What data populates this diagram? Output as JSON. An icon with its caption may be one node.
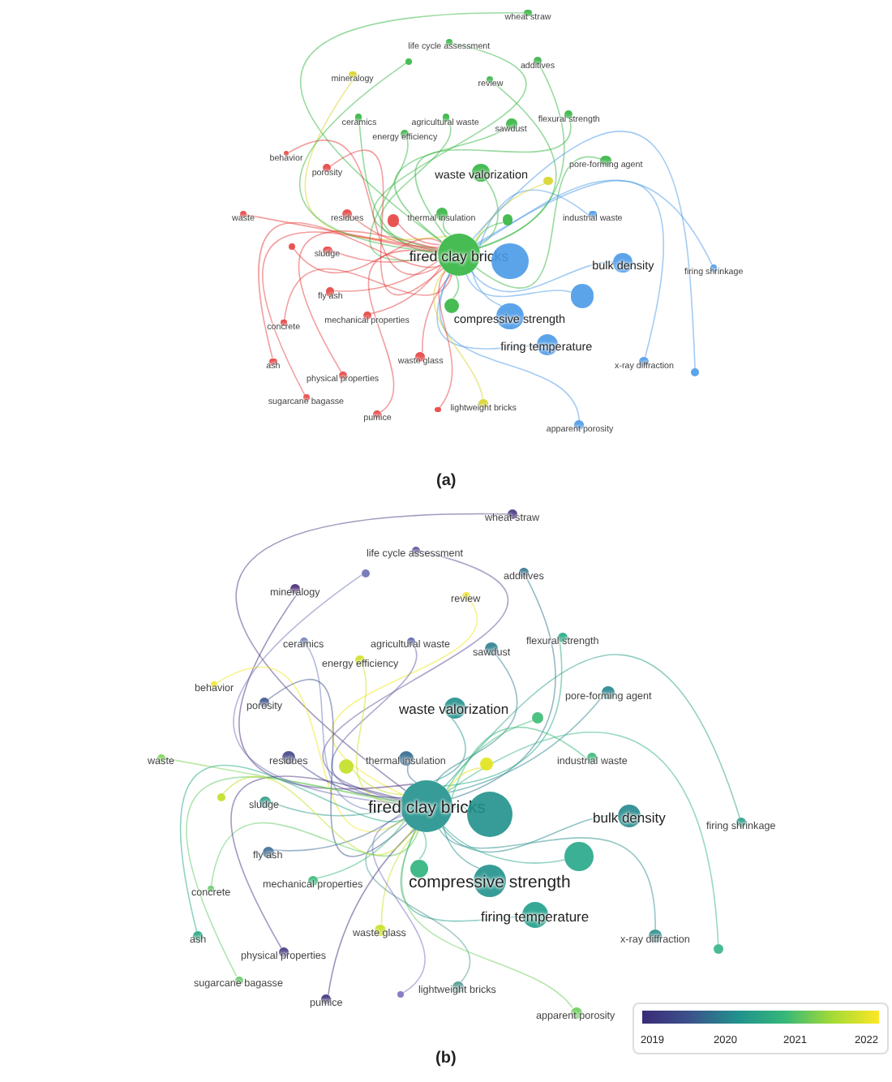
{
  "diagram": {
    "nodes": [
      {
        "text": [
          "wheat straw"
        ]
      },
      {
        "text": [
          "life cycle assessment"
        ]
      },
      {
        "text": [
          "additives"
        ]
      },
      {
        "text": [
          "review"
        ]
      },
      {
        "text": [
          "mineralogy"
        ]
      },
      {
        "text": [
          "agricultural waste"
        ]
      },
      {
        "text": [
          "sawdust"
        ]
      },
      {
        "text": [
          "flexural strength"
        ]
      },
      {
        "text": [
          "ceramics"
        ]
      },
      {
        "text": [
          "energy efficiency"
        ]
      },
      {
        "text": [
          "behavior"
        ]
      },
      {
        "text": [
          "pore-forming agent"
        ]
      },
      {
        "text": [
          "porosity"
        ]
      },
      {
        "text": [
          "waste valorization"
        ]
      },
      {
        "text": [
          "waste"
        ]
      },
      {
        "text": [
          "residues"
        ]
      },
      {
        "text": [
          "thermal insulation"
        ]
      },
      {
        "text": [
          "industrial waste"
        ]
      },
      {
        "text": [
          "sludge"
        ]
      },
      {
        "text": [
          "fired clay bricks"
        ]
      },
      {
        "text": [
          "bulk density"
        ]
      },
      {
        "text": [
          "firing shrinkage"
        ]
      },
      {
        "text": [
          "fly ash"
        ]
      },
      {
        "text": [
          "concrete"
        ]
      },
      {
        "text": [
          "compressive strength"
        ]
      },
      {
        "text": [
          "mechanical properties"
        ]
      },
      {
        "text": [
          "firing temperature"
        ]
      },
      {
        "text": [
          "x-ray diffraction"
        ]
      },
      {
        "text": [
          "ash"
        ]
      },
      {
        "text": [
          "waste glass"
        ]
      },
      {
        "text": [
          "physical properties"
        ]
      },
      {
        "text": [
          "lightweight bricks"
        ]
      },
      {
        "text": [
          "sugarcane bagasse"
        ]
      },
      {
        "text": [
          "pumice"
        ]
      },
      {
        "text": [
          "apparent porosity"
        ]
      },
      {
        "text": [],
        "shape": "circle"
      },
      {
        "text": [],
        "shape": "circle"
      },
      {
        "text": [],
        "shape": "circle"
      },
      {
        "text": [],
        "shape": "circle"
      },
      {
        "text": [],
        "shape": "circle"
      },
      {
        "text": [],
        "shape": "circle"
      },
      {
        "text": [],
        "shape": "circle"
      },
      {
        "text": [],
        "shape": "circle"
      },
      {
        "text": [],
        "shape": "circle"
      },
      {
        "text": [],
        "shape": "circle"
      },
      {
        "text": [
          "wheat straw"
        ]
      },
      {
        "text": [
          "life cycle assessment"
        ]
      },
      {
        "text": [
          "additives"
        ]
      },
      {
        "text": [
          "review"
        ]
      },
      {
        "text": [
          "mineralogy"
        ]
      },
      {
        "text": [
          "agricultural waste"
        ]
      },
      {
        "text": [
          "sawdust"
        ]
      },
      {
        "text": [
          "flexural strength"
        ]
      },
      {
        "text": [
          "ceramics"
        ]
      },
      {
        "text": [
          "energy efficiency"
        ]
      },
      {
        "text": [
          "behavior"
        ]
      },
      {
        "text": [
          "pore-forming agent"
        ]
      },
      {
        "text": [
          "porosity"
        ]
      },
      {
        "text": [
          "waste valorization"
        ]
      },
      {
        "text": [
          "waste"
        ]
      },
      {
        "text": [
          "residues"
        ]
      },
      {
        "text": [
          "thermal insulation"
        ]
      },
      {
        "text": [
          "industrial waste"
        ]
      },
      {
        "text": [
          "sludge"
        ]
      },
      {
        "text": [
          "fired clay bricks"
        ]
      },
      {
        "text": [
          "bulk density"
        ]
      },
      {
        "text": [
          "firing shrinkage"
        ]
      },
      {
        "text": [
          "fly ash"
        ]
      },
      {
        "text": [
          "concrete"
        ]
      },
      {
        "text": [
          "compressive strength"
        ]
      },
      {
        "text": [
          "mechanical properties"
        ]
      },
      {
        "text": [
          "firing temperature"
        ]
      },
      {
        "text": [
          "x-ray diffraction"
        ]
      },
      {
        "text": [
          "ash"
        ]
      },
      {
        "text": [
          "waste glass"
        ]
      },
      {
        "text": [
          "physical properties"
        ]
      },
      {
        "text": [
          "lightweight bricks"
        ]
      },
      {
        "text": [
          "sugarcane bagasse"
        ]
      },
      {
        "text": [
          "pumice"
        ]
      },
      {
        "text": [
          "apparent porosity"
        ]
      },
      {
        "text": [],
        "shape": "circle"
      },
      {
        "text": [],
        "shape": "circle"
      },
      {
        "text": [],
        "shape": "circle"
      },
      {
        "text": [],
        "shape": "circle"
      },
      {
        "text": [],
        "shape": "circle"
      },
      {
        "text": [],
        "shape": "circle"
      },
      {
        "text": [],
        "shape": "circle"
      },
      {
        "text": [],
        "shape": "circle"
      },
      {
        "text": [],
        "shape": "circle"
      },
      {
        "text": [],
        "shape": "circle"
      }
    ],
    "edges": [
      {
        "from": 0,
        "to": 19,
        "arrow": "none",
        "color": "#33b540"
      },
      {
        "from": 1,
        "to": 19,
        "arrow": "none",
        "color": "#33b540"
      },
      {
        "from": 2,
        "to": 19,
        "arrow": "none",
        "color": "#33b540"
      },
      {
        "from": 3,
        "to": 19,
        "arrow": "none",
        "color": "#33b540"
      },
      {
        "from": 4,
        "to": 19,
        "arrow": "none",
        "color": "#d8d42a"
      },
      {
        "from": 5,
        "to": 19,
        "arrow": "none",
        "color": "#33b540"
      },
      {
        "from": 6,
        "to": 19,
        "arrow": "none",
        "color": "#33b540"
      },
      {
        "from": 7,
        "to": 19,
        "arrow": "none",
        "color": "#33b540"
      },
      {
        "from": 8,
        "to": 19,
        "arrow": "none",
        "color": "#33b540"
      },
      {
        "from": 9,
        "to": 19,
        "arrow": "none",
        "color": "#33b540"
      },
      {
        "from": 10,
        "to": 19,
        "arrow": "none",
        "color": "#e5413f"
      },
      {
        "from": 11,
        "to": 19,
        "arrow": "none",
        "color": "#33b540"
      },
      {
        "from": 12,
        "to": 19,
        "arrow": "none",
        "color": "#e5413f"
      },
      {
        "from": 13,
        "to": 19,
        "arrow": "none",
        "color": "#33b540"
      },
      {
        "from": 14,
        "to": 19,
        "arrow": "none",
        "color": "#e5413f"
      },
      {
        "from": 15,
        "to": 19,
        "arrow": "none",
        "color": "#e5413f"
      },
      {
        "from": 16,
        "to": 19,
        "arrow": "none",
        "color": "#33b540"
      },
      {
        "from": 17,
        "to": 19,
        "arrow": "none",
        "color": "#4a9ae8"
      },
      {
        "from": 18,
        "to": 19,
        "arrow": "none",
        "color": "#e5413f"
      },
      {
        "from": 20,
        "to": 19,
        "arrow": "none",
        "color": "#4a9ae8"
      },
      {
        "from": 21,
        "to": 19,
        "arrow": "none",
        "color": "#4a9ae8"
      },
      {
        "from": 22,
        "to": 19,
        "arrow": "none",
        "color": "#e5413f"
      },
      {
        "from": 23,
        "to": 19,
        "arrow": "none",
        "color": "#e5413f"
      },
      {
        "from": 24,
        "to": 19,
        "arrow": "none",
        "color": "#4a9ae8"
      },
      {
        "from": 25,
        "to": 19,
        "arrow": "none",
        "color": "#e5413f"
      },
      {
        "from": 26,
        "to": 19,
        "arrow": "none",
        "color": "#4a9ae8"
      },
      {
        "from": 27,
        "to": 19,
        "arrow": "none",
        "color": "#4a9ae8"
      },
      {
        "from": 28,
        "to": 19,
        "arrow": "none",
        "color": "#e5413f"
      },
      {
        "from": 29,
        "to": 19,
        "arrow": "none",
        "color": "#e5413f"
      },
      {
        "from": 30,
        "to": 19,
        "arrow": "none",
        "color": "#e5413f"
      },
      {
        "from": 31,
        "to": 19,
        "arrow": "none",
        "color": "#d8d42a"
      },
      {
        "from": 32,
        "to": 19,
        "arrow": "none",
        "color": "#e5413f"
      },
      {
        "from": 33,
        "to": 19,
        "arrow": "none",
        "color": "#e5413f"
      },
      {
        "from": 34,
        "to": 19,
        "arrow": "none",
        "color": "#4a9ae8"
      },
      {
        "from": 35,
        "to": 19,
        "arrow": "none",
        "color": "#4a9ae8"
      },
      {
        "from": 36,
        "to": 19,
        "arrow": "none",
        "color": "#4a9ae8"
      },
      {
        "from": 37,
        "to": 19,
        "arrow": "none",
        "color": "#33b540"
      },
      {
        "from": 38,
        "to": 19,
        "arrow": "none",
        "color": "#e5413f"
      },
      {
        "from": 39,
        "to": 19,
        "arrow": "none",
        "color": "#33b540"
      },
      {
        "from": 40,
        "to": 19,
        "arrow": "none",
        "color": "#d8d42a"
      },
      {
        "from": 41,
        "to": 19,
        "arrow": "none",
        "color": "#33b540"
      },
      {
        "from": 42,
        "to": 19,
        "arrow": "none",
        "color": "#e5413f"
      },
      {
        "from": 43,
        "to": 19,
        "arrow": "none",
        "color": "#4a9ae8"
      },
      {
        "from": 44,
        "to": 19,
        "arrow": "none",
        "color": "#e5413f"
      },
      {
        "from": 45,
        "to": 64,
        "arrow": "none",
        "color": "#46337e"
      },
      {
        "from": 46,
        "to": 64,
        "arrow": "none",
        "color": "#5b4f9a"
      },
      {
        "from": 47,
        "to": 64,
        "arrow": "none",
        "color": "#2c728e"
      },
      {
        "from": 48,
        "to": 64,
        "arrow": "none",
        "color": "#f2e51d"
      },
      {
        "from": 49,
        "to": 64,
        "arrow": "none",
        "color": "#482878"
      },
      {
        "from": 50,
        "to": 64,
        "arrow": "none",
        "color": "#5b5ea8"
      },
      {
        "from": 51,
        "to": 64,
        "arrow": "none",
        "color": "#2c7f8e"
      },
      {
        "from": 52,
        "to": 64,
        "arrow": "none",
        "color": "#22a884"
      },
      {
        "from": 53,
        "to": 64,
        "arrow": "none",
        "color": "#6b7ab8"
      },
      {
        "from": 54,
        "to": 64,
        "arrow": "none",
        "color": "#d0e11c"
      },
      {
        "from": 55,
        "to": 64,
        "arrow": "none",
        "color": "#f2e51d"
      },
      {
        "from": 56,
        "to": 64,
        "arrow": "none",
        "color": "#25858e"
      },
      {
        "from": 57,
        "to": 64,
        "arrow": "none",
        "color": "#3b528b"
      },
      {
        "from": 58,
        "to": 64,
        "arrow": "none",
        "color": "#21908d"
      },
      {
        "from": 59,
        "to": 64,
        "arrow": "none",
        "color": "#7ad151"
      },
      {
        "from": 60,
        "to": 64,
        "arrow": "none",
        "color": "#414487"
      },
      {
        "from": 61,
        "to": 64,
        "arrow": "none",
        "color": "#31688e"
      },
      {
        "from": 62,
        "to": 64,
        "arrow": "none",
        "color": "#35b779"
      },
      {
        "from": 63,
        "to": 64,
        "arrow": "none",
        "color": "#2a9a85"
      },
      {
        "from": 65,
        "to": 64,
        "arrow": "none",
        "color": "#23898e"
      },
      {
        "from": 66,
        "to": 64,
        "arrow": "none",
        "color": "#2a9d8a"
      },
      {
        "from": 67,
        "to": 64,
        "arrow": "none",
        "color": "#3e6d95"
      },
      {
        "from": 68,
        "to": 64,
        "arrow": "none",
        "color": "#5ec962"
      },
      {
        "from": 69,
        "to": 64,
        "arrow": "none",
        "color": "#21918c"
      },
      {
        "from": 70,
        "to": 64,
        "arrow": "none",
        "color": "#35b779"
      },
      {
        "from": 71,
        "to": 64,
        "arrow": "none",
        "color": "#1f9e89"
      },
      {
        "from": 72,
        "to": 64,
        "arrow": "none",
        "color": "#2a8f8e"
      },
      {
        "from": 73,
        "to": 64,
        "arrow": "none",
        "color": "#22a884"
      },
      {
        "from": 74,
        "to": 64,
        "arrow": "none",
        "color": "#c8e020"
      },
      {
        "from": 75,
        "to": 64,
        "arrow": "none",
        "color": "#443a83"
      },
      {
        "from": 76,
        "to": 64,
        "arrow": "none",
        "color": "#4e9690"
      },
      {
        "from": 77,
        "to": 64,
        "arrow": "none",
        "color": "#5ec962"
      },
      {
        "from": 78,
        "to": 64,
        "arrow": "none",
        "color": "#3b2c78"
      },
      {
        "from": 79,
        "to": 64,
        "arrow": "none",
        "color": "#6ccd5a"
      },
      {
        "from": 80,
        "to": 64,
        "arrow": "none",
        "color": "#21918c"
      },
      {
        "from": 81,
        "to": 64,
        "arrow": "none",
        "color": "#26a78a"
      },
      {
        "from": 82,
        "to": 64,
        "arrow": "none",
        "color": "#2eb37c"
      },
      {
        "from": 83,
        "to": 64,
        "arrow": "none",
        "color": "#c2df23"
      },
      {
        "from": 84,
        "to": 64,
        "arrow": "none",
        "color": "#e2e418"
      },
      {
        "from": 85,
        "to": 64,
        "arrow": "none",
        "color": "#3bbb75"
      },
      {
        "from": 86,
        "to": 64,
        "arrow": "none",
        "color": "#6c6fb5"
      },
      {
        "from": 87,
        "to": 64,
        "arrow": "none",
        "color": "#c2df23"
      },
      {
        "from": 88,
        "to": 64,
        "arrow": "none",
        "color": "#35b28a"
      },
      {
        "from": 89,
        "to": 64,
        "arrow": "none",
        "color": "#7a70c0"
      }
    ],
    "labels": [
      "(a)",
      "2019",
      "2020",
      "2021",
      "2022",
      "(b)"
    ]
  }
}
